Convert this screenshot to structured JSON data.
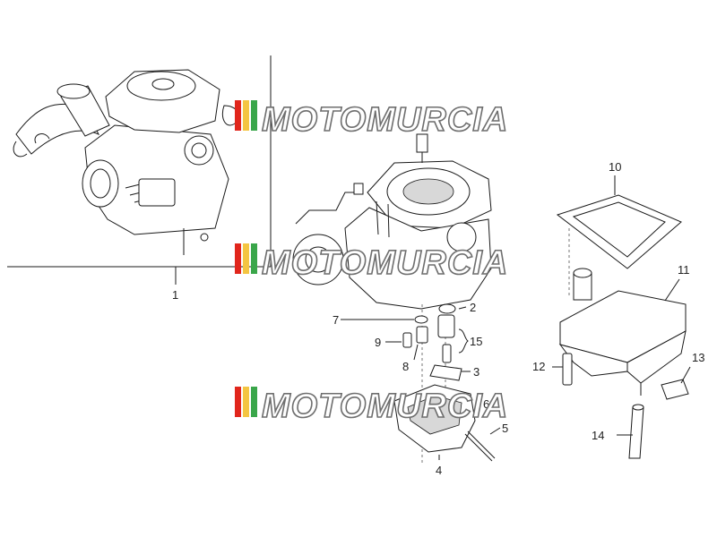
{
  "watermark": {
    "text": "MOTOMURCIA",
    "stripe_colors": [
      "#e1261c",
      "#f4c542",
      "#3aa64a"
    ]
  },
  "callouts": [
    {
      "id": "1",
      "label": "1"
    },
    {
      "id": "2",
      "label": "2"
    },
    {
      "id": "3",
      "label": "3"
    },
    {
      "id": "4",
      "label": "4"
    },
    {
      "id": "5",
      "label": "5"
    },
    {
      "id": "6",
      "label": "6"
    },
    {
      "id": "7",
      "label": "7"
    },
    {
      "id": "8",
      "label": "8"
    },
    {
      "id": "9",
      "label": "9"
    },
    {
      "id": "10",
      "label": "10"
    },
    {
      "id": "11",
      "label": "11"
    },
    {
      "id": "12",
      "label": "12"
    },
    {
      "id": "13",
      "label": "13"
    },
    {
      "id": "14",
      "label": "14"
    },
    {
      "id": "15",
      "label": "15"
    }
  ]
}
